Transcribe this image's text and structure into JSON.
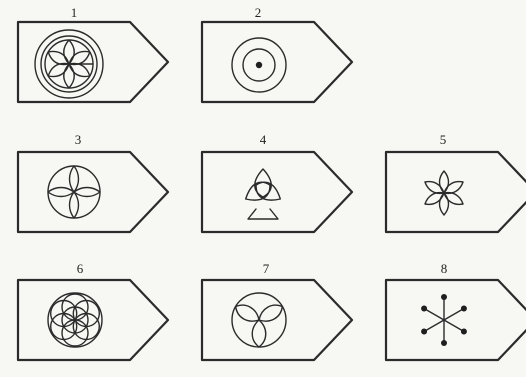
{
  "tags": [
    {
      "number": "1",
      "symbol": "circle-ring-six-petal-rosette-icon"
    },
    {
      "number": "2",
      "symbol": "concentric-circles-dot-icon"
    },
    {
      "number": "3",
      "symbol": "circle-four-petal-icon"
    },
    {
      "number": "4",
      "symbol": "triquetra-knot-icon"
    },
    {
      "number": "5",
      "symbol": "six-petal-flower-icon"
    },
    {
      "number": "6",
      "symbol": "flower-of-life-icon"
    },
    {
      "number": "7",
      "symbol": "circle-three-petal-icon"
    },
    {
      "number": "8",
      "symbol": "six-spoke-dot-star-icon"
    }
  ]
}
